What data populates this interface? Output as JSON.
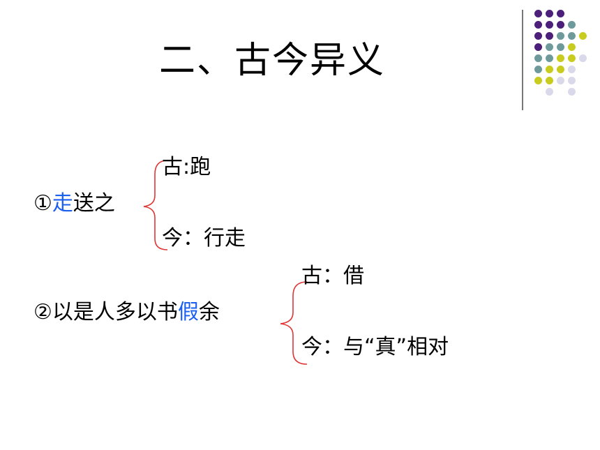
{
  "slide": {
    "title": "二、古今异义"
  },
  "item1": {
    "num": "①",
    "highlight": "走",
    "rest": "送之",
    "ancient": "古:跑",
    "modern": "今：行走"
  },
  "item2": {
    "prefix": "②以是人多以书",
    "highlight": "假",
    "rest": "余",
    "ancient": "古：借",
    "modern": "今：与“真”相对"
  },
  "colors": {
    "highlight": "#1a5ff0",
    "brace": "#e03535",
    "dot_purple": "#4b1f7a",
    "dot_teal": "#6f9a9c",
    "dot_yellow": "#c8cc1e",
    "dot_lavender": "#d9d9ea"
  }
}
